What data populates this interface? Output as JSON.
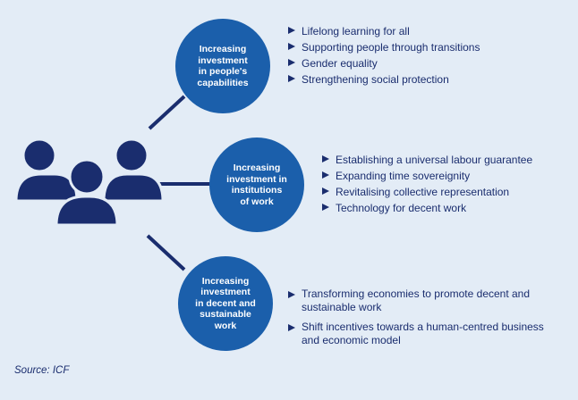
{
  "branches": [
    {
      "label": "Increasing\ninvestment\nin people's\ncapabilities",
      "items": [
        "Lifelong learning for all",
        "Supporting people through transitions",
        "Gender equality",
        "Strengthening social protection"
      ]
    },
    {
      "label": "Increasing\ninvestment in\ninstitutions\nof work",
      "items": [
        "Establishing a universal labour guarantee",
        "Expanding time sovereignity",
        "Revitalising collective representation",
        "Technology for decent work"
      ]
    },
    {
      "label": "Increasing\ninvestment\nin decent and\nsustainable\nwork",
      "items": [
        "Transforming economies to promote decent and sustainable work",
        "Shift incentives towards a human-centred business and economic model"
      ]
    }
  ],
  "icons": {
    "people": "people-group-icon",
    "bullet": "triangle-right-icon"
  },
  "colors": {
    "circle": "#1b5fab",
    "icon": "#1a2d6e",
    "text": "#1a2d6e",
    "background": "#e3ecf6"
  },
  "source": "Source: ICF"
}
